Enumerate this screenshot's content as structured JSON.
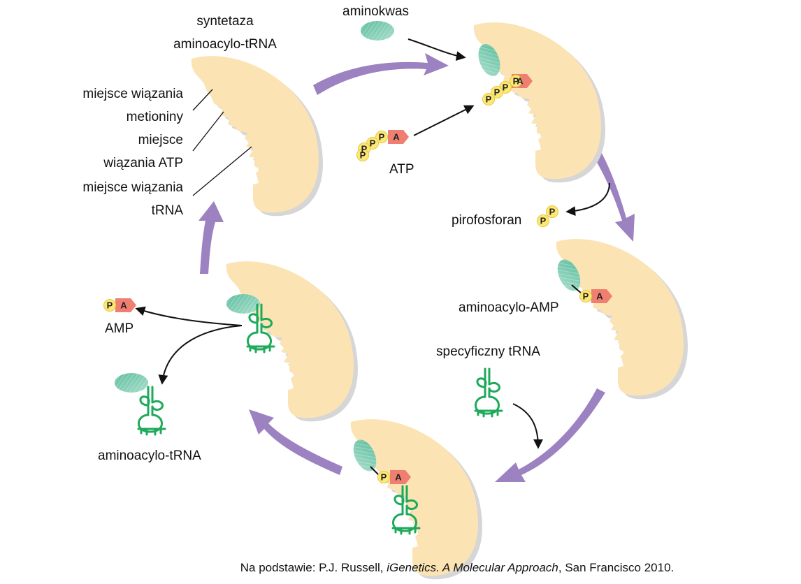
{
  "labels": {
    "synthetase_line1": "syntetaza",
    "synthetase_line2": "aminoacylo-tRNA",
    "aminoacid": "aminokwas",
    "methionine_site_line1": "miejsce wiązania",
    "methionine_site_line2": "metioniny",
    "atp_site_line1": "miejsce",
    "atp_site_line2": "wiązania ATP",
    "trna_site_line1": "miejsce wiązania",
    "trna_site_line2": "tRNA",
    "atp": "ATP",
    "pyrophosphate": "pirofosforan",
    "aminoacyl_amp": "aminoacylo-AMP",
    "specific_trna": "specyficzny tRNA",
    "amp": "AMP",
    "aminoacyl_trna": "aminoacylo-tRNA"
  },
  "glyphs": {
    "phosphate": "P",
    "adenosine": "A"
  },
  "caption": {
    "prefix": "Na podstawie: P.J. Russell, ",
    "title": "iGenetics. A Molecular Approach",
    "suffix": ", San Francisco 2010."
  },
  "colors": {
    "enzyme": "#FCE3B4",
    "enzyme_shadow": "#D9D9D9",
    "amino_acid": "#7ECDB1",
    "trna": "#1DAA5B",
    "phosphate": "#FDE874",
    "adenosine": "#EF7F70",
    "cycle_arrow": "#9C82C0",
    "pointer_arrow": "#111111"
  }
}
